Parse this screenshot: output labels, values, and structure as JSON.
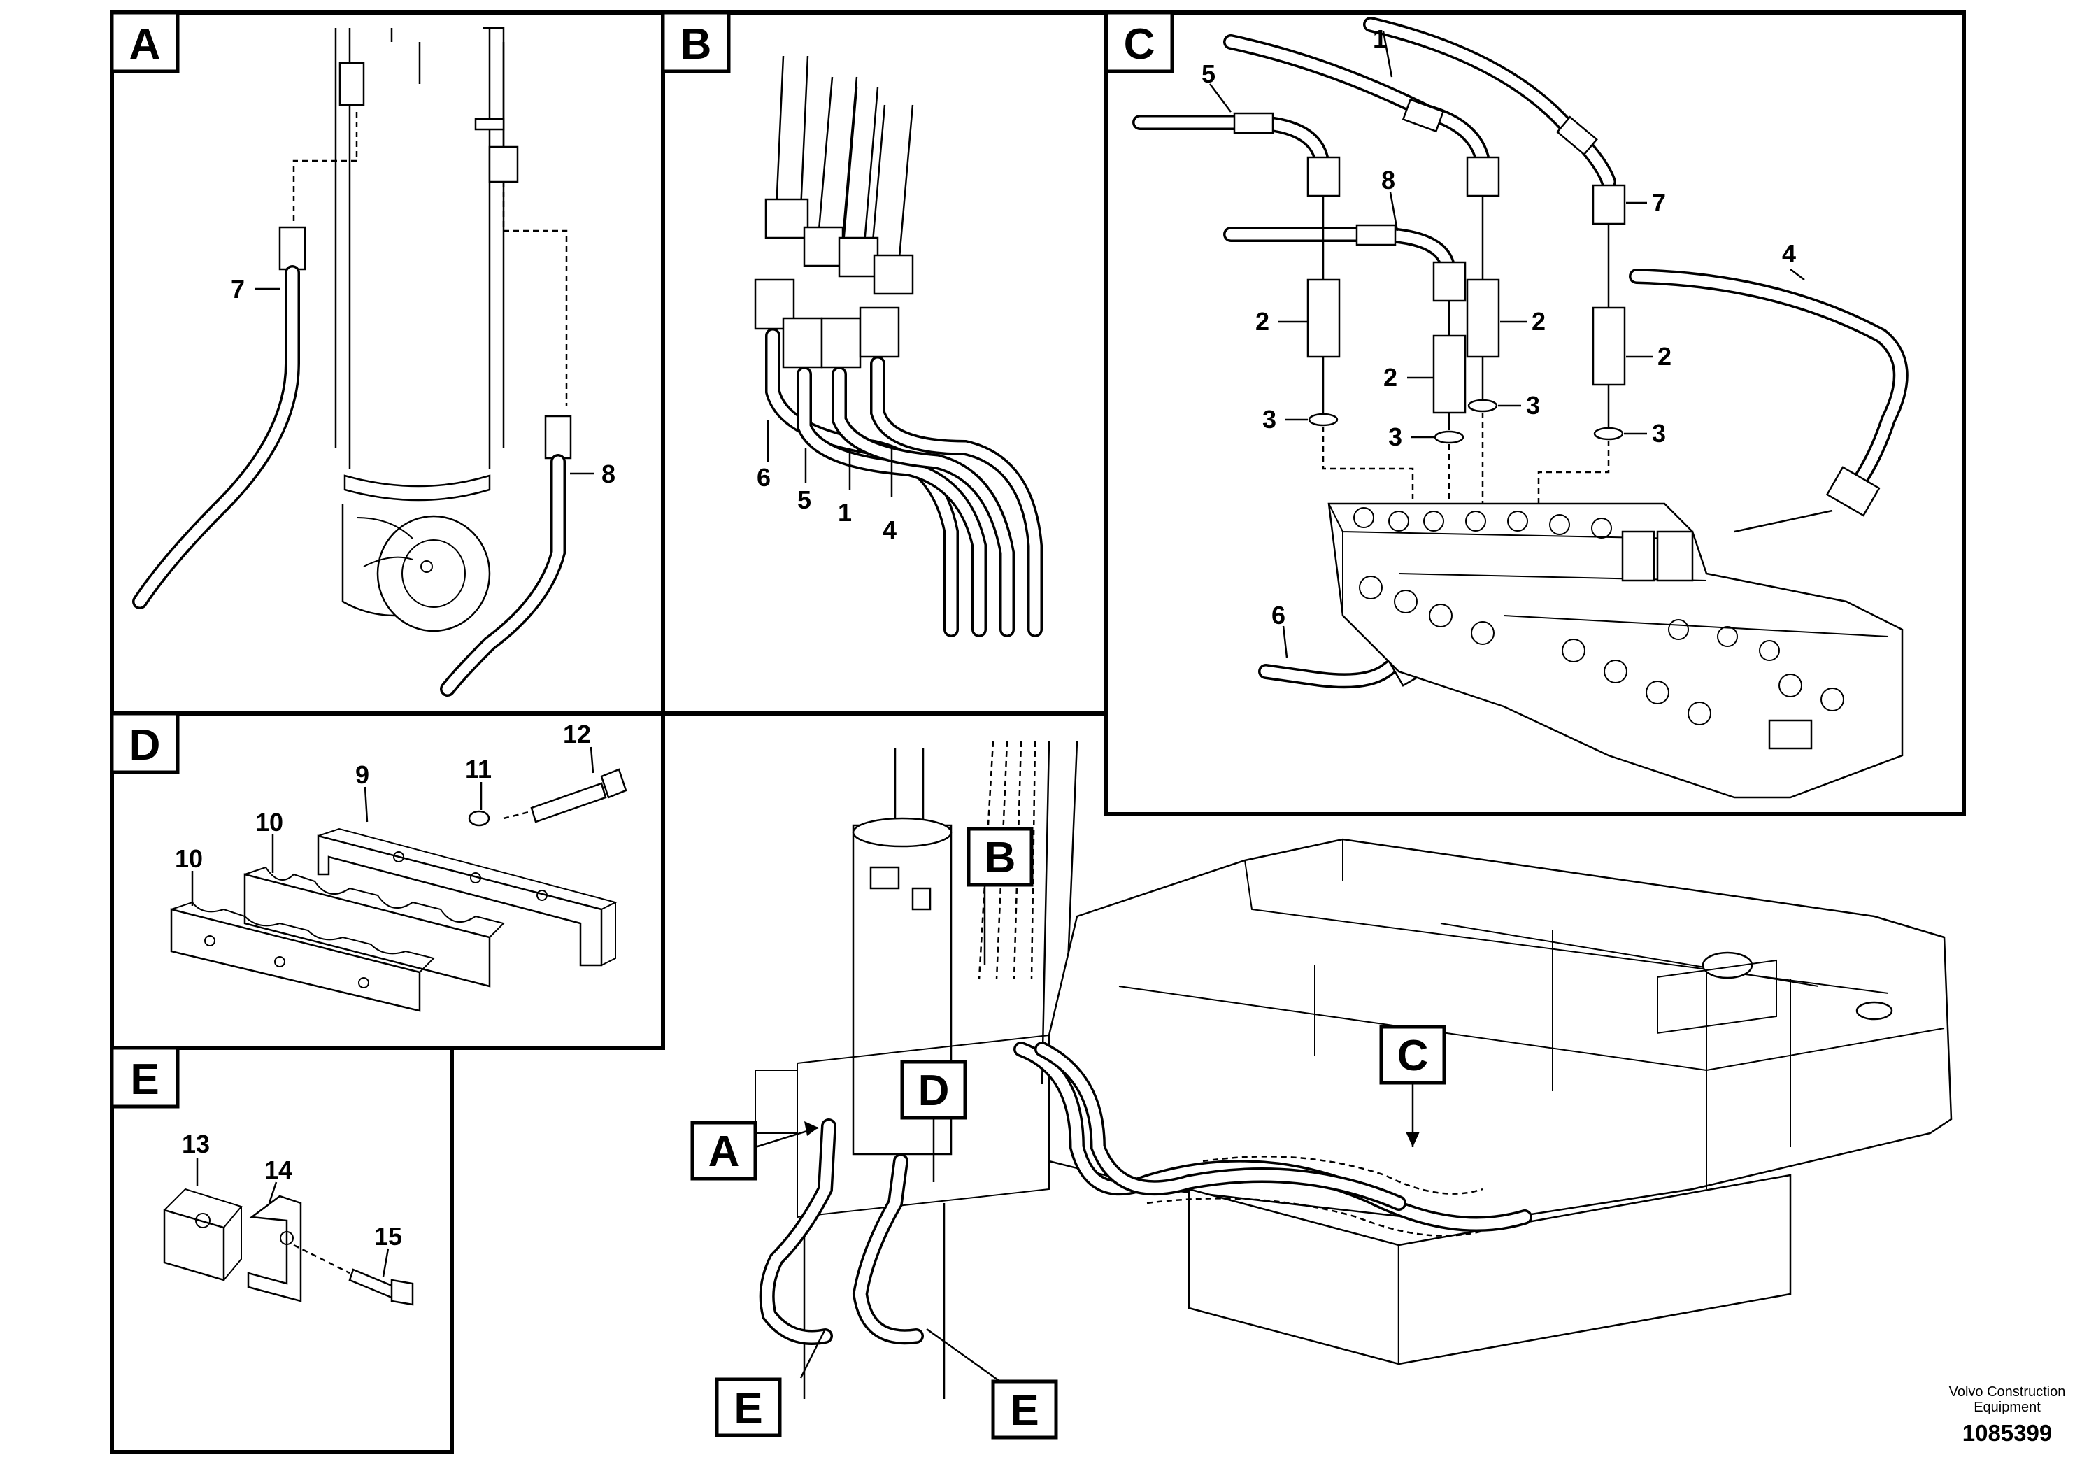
{
  "panels": {
    "A": {
      "label": "A",
      "callouts": [
        "7",
        "8"
      ]
    },
    "B": {
      "label": "B",
      "callouts": [
        "6",
        "5",
        "1",
        "4"
      ]
    },
    "C": {
      "label": "C",
      "callouts": [
        "1",
        "5",
        "8",
        "7",
        "4",
        "2",
        "2",
        "2",
        "2",
        "3",
        "3",
        "3",
        "3",
        "6"
      ]
    },
    "D": {
      "label": "D",
      "callouts": [
        "12",
        "9",
        "11",
        "10",
        "10"
      ]
    },
    "E": {
      "label": "E",
      "callouts": [
        "13",
        "14",
        "15"
      ]
    }
  },
  "overview": {
    "markers": [
      "B",
      "C",
      "A",
      "D",
      "E",
      "E"
    ]
  },
  "footer": {
    "company_line1": "Volvo Construction",
    "company_line2": "Equipment",
    "doc_number": "1085399"
  }
}
